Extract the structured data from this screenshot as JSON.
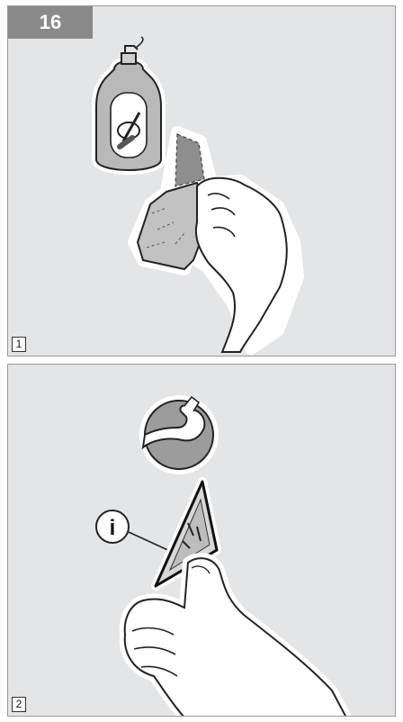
{
  "step": {
    "number": "16"
  },
  "panels": [
    {
      "index": "1"
    },
    {
      "index": "2"
    }
  ],
  "info_marker": {
    "letter": "i"
  },
  "colors": {
    "panel_bg": "#e4e5e7",
    "badge_bg": "#8a8a8a",
    "frame": "#9a9a9a",
    "ink": "#222222"
  }
}
